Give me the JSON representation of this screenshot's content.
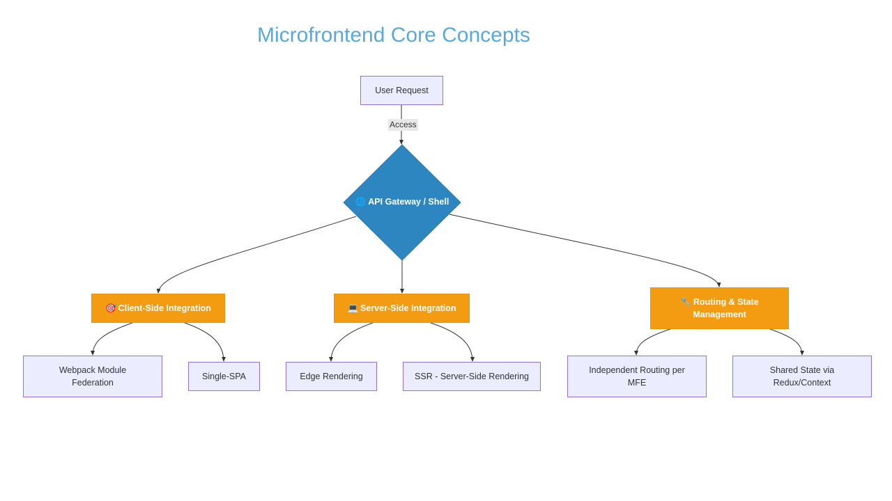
{
  "title": "Microfrontend Core Concepts",
  "edge_label": "Access",
  "nodes": {
    "user_request": "User Request",
    "gateway": {
      "icon": "🌐",
      "label": "API Gateway / Shell"
    },
    "client_side": {
      "icon": "🎯",
      "label": "Client-Side Integration"
    },
    "server_side": {
      "icon": "💻",
      "label": "Server-Side Integration"
    },
    "routing": {
      "icon": "🔧",
      "label": "Routing & State Management"
    },
    "webpack": "Webpack Module Federation",
    "single_spa": "Single-SPA",
    "edge_rendering": "Edge Rendering",
    "ssr": "SSR - Server-Side Rendering",
    "independent_routing": "Independent Routing per MFE",
    "shared_state": "Shared State via Redux/Context"
  },
  "colors": {
    "title": "#58a9e0",
    "diamond": "#2e86c1",
    "orange": "#f39c12",
    "leaf_fill": "#ececff",
    "leaf_border": "#9370db",
    "edge": "#333333"
  }
}
